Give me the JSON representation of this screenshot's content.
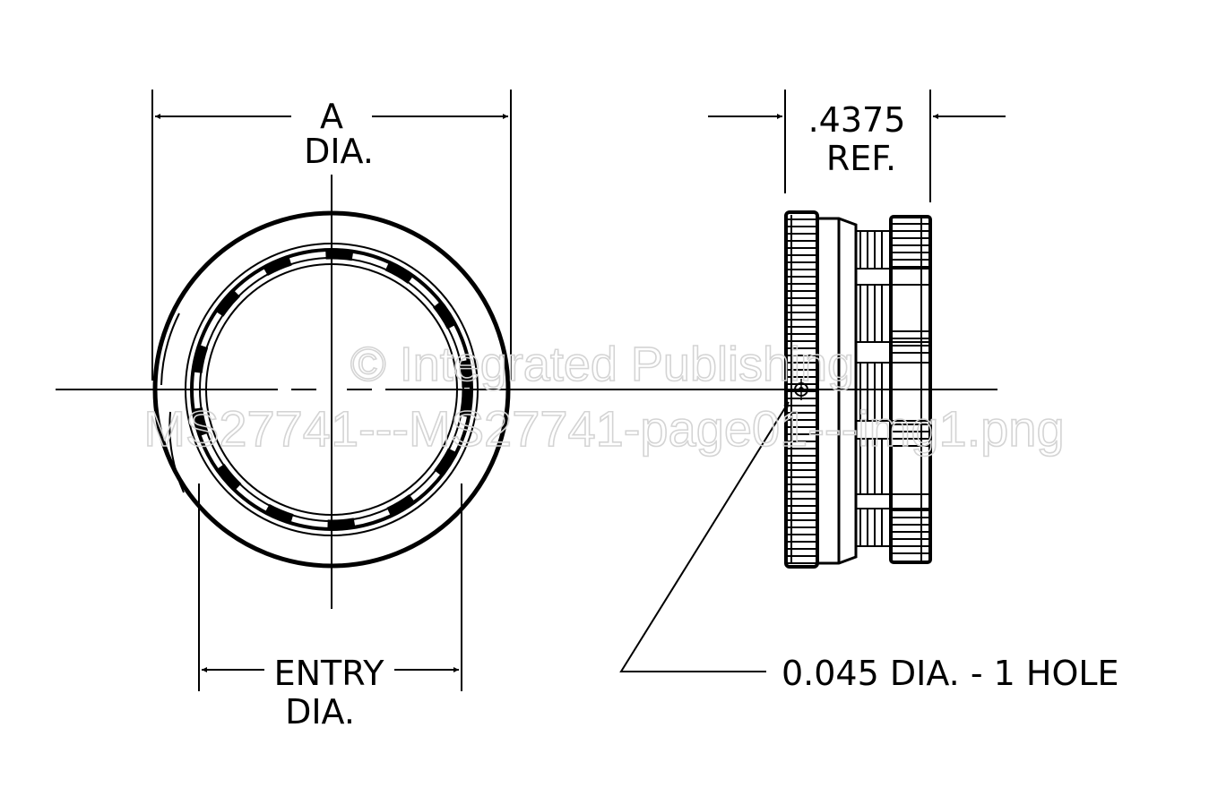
{
  "labels": {
    "a_dim": "A",
    "a_dia": "DIA.",
    "ref_dim": ".4375",
    "ref_label": "REF.",
    "entry": "ENTRY",
    "entry_dia": "DIA.",
    "hole_note": "0.045 DIA. - 1 HOLE"
  },
  "watermark": {
    "line1": "© Integrated Publishing",
    "line2": "MS27741---MS27741-page01---img1.png"
  },
  "colors": {
    "ink": "#000000",
    "watermark": "#d4d4d4"
  }
}
